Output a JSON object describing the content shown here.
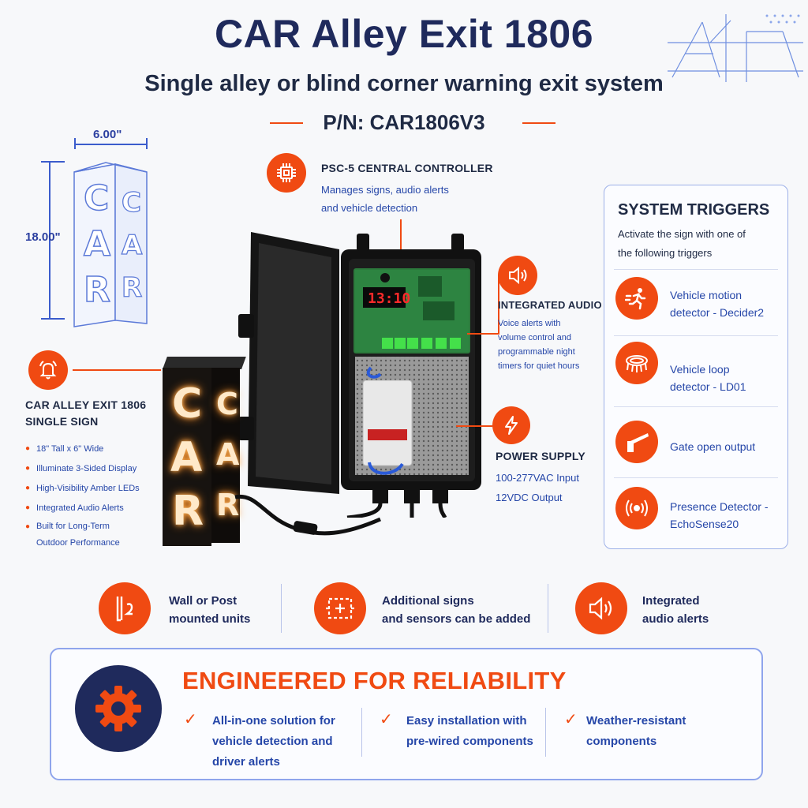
{
  "header": {
    "title": "CAR Alley Exit 1806",
    "subtitle": "Single alley or blind corner warning exit system",
    "part_number": "P/N: CAR1806V3"
  },
  "dimensions": {
    "width": "6.00\"",
    "height": "18.00\""
  },
  "sign_letters": [
    "C",
    "A",
    "R"
  ],
  "controller": {
    "icon": "cpu-chip-icon",
    "title": "PSC-5 CENTRAL CONTROLLER",
    "line1": "Manages signs, audio alerts",
    "line2": "and vehicle detection",
    "display": "13:10"
  },
  "audio": {
    "icon": "speaker-icon",
    "title": "INTEGRATED AUDIO",
    "lines": [
      "Voice alerts with",
      "volume control and",
      "programmable night",
      "timers for quiet hours"
    ]
  },
  "power": {
    "icon": "lightning-icon",
    "title": "POWER SUPPLY",
    "line1": "100-277VAC Input",
    "line2": "12VDC Output"
  },
  "sign": {
    "icon": "bell-icon",
    "title1": "CAR ALLEY EXIT 1806",
    "title2": "SINGLE SIGN",
    "bullets": [
      "18\" Tall x 6\" Wide",
      "Illuminate 3-Sided Display",
      "High-Visibility Amber LEDs",
      "Integrated Audio Alerts",
      "Built for Long-Term",
      "Outdoor Performance"
    ]
  },
  "triggers": {
    "title": "SYSTEM TRIGGERS",
    "intro1": "Activate the sign with one of",
    "intro2": "the following triggers",
    "items": [
      {
        "icon": "running-person-icon",
        "line1": "Vehicle motion",
        "line2": "detector - Decider2"
      },
      {
        "icon": "loop-detector-icon",
        "line1": "Vehicle loop",
        "line2": "detector - LD01"
      },
      {
        "icon": "gate-arm-icon",
        "line1": "Gate open output",
        "line2": ""
      },
      {
        "icon": "presence-signal-icon",
        "line1": "Presence Detector -",
        "line2": "EchoSense20"
      }
    ]
  },
  "features": [
    {
      "icon": "wall-mount-icon",
      "line1": "Wall or Post",
      "line2": "mounted units"
    },
    {
      "icon": "add-module-icon",
      "line1": "Additional signs",
      "line2": "and sensors can be added"
    },
    {
      "icon": "speaker-icon",
      "line1": "Integrated",
      "line2": "audio alerts"
    }
  ],
  "reliability": {
    "icon": "gear-icon",
    "title": "ENGINEERED FOR RELIABILITY",
    "items": [
      {
        "line1": "All-in-one solution for",
        "line2": "vehicle detection and",
        "line3": "driver alerts"
      },
      {
        "line1": "Easy installation with",
        "line2": "pre-wired components",
        "line3": ""
      },
      {
        "line1": "Weather-resistant",
        "line2": "components",
        "line3": ""
      }
    ]
  },
  "colors": {
    "accent": "#f04a12",
    "navy": "#1f2a5c",
    "blue_text": "#2546a8",
    "panel_border": "#9db0e8"
  }
}
